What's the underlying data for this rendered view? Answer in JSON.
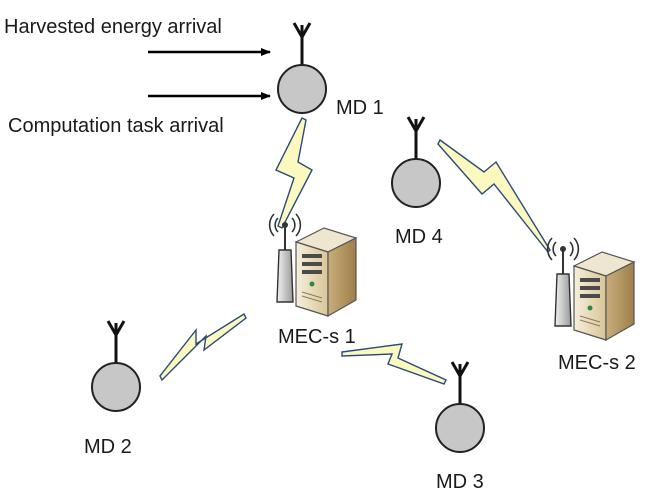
{
  "labels": {
    "energy_arrival": "Harvested energy arrival",
    "task_arrival": "Computation task arrival",
    "md1": "MD 1",
    "md2": "MD 2",
    "md3": "MD 3",
    "md4": "MD 4",
    "mec1": "MEC-s 1",
    "mec2": "MEC-s 2"
  },
  "colors": {
    "device_fill": "#c7c7c7",
    "device_stroke": "#222222",
    "link_fill": "#fbf8c0",
    "link_stroke": "#2b4a7a",
    "server_body": "#eadcb8",
    "server_side": "#b89a66"
  }
}
